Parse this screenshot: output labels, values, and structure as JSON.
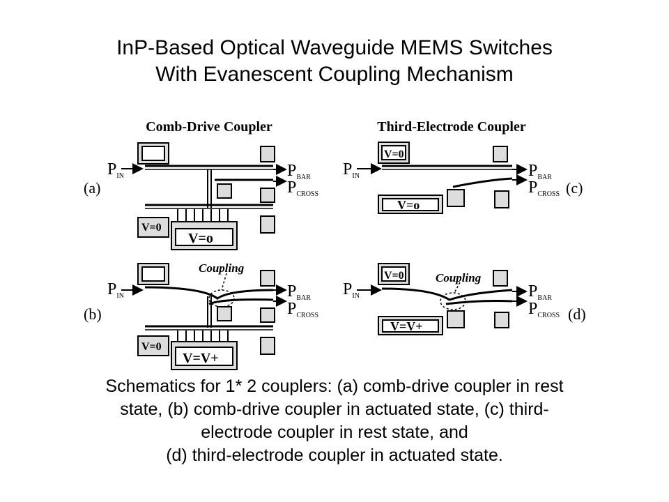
{
  "title": {
    "line1": "InP-Based Optical Waveguide MEMS Switches",
    "line2": "With Evanescent Coupling Mechanism"
  },
  "figure": {
    "heading_left": "Comb-Drive Coupler",
    "heading_right": "Third-Electrode Coupler",
    "port_p": "P",
    "sub_in": "IN",
    "sub_bar": "BAR",
    "sub_cross": "CROSS",
    "panel_a": "(a)",
    "panel_b": "(b)",
    "panel_c": "(c)",
    "panel_d": "(d)",
    "v0": "V=0",
    "v0_large": "V=o",
    "v0_c_large": "V=o",
    "v_plus": "V=V+",
    "coupling": "Coupling"
  },
  "caption": {
    "line1": "Schematics for 1* 2 couplers: (a) comb-drive coupler in rest",
    "line2": "state, (b) comb-drive coupler in actuated state, (c) third-",
    "line3": "electrode coupler in rest state, and",
    "line4": "(d) third-electrode coupler in actuated state."
  }
}
